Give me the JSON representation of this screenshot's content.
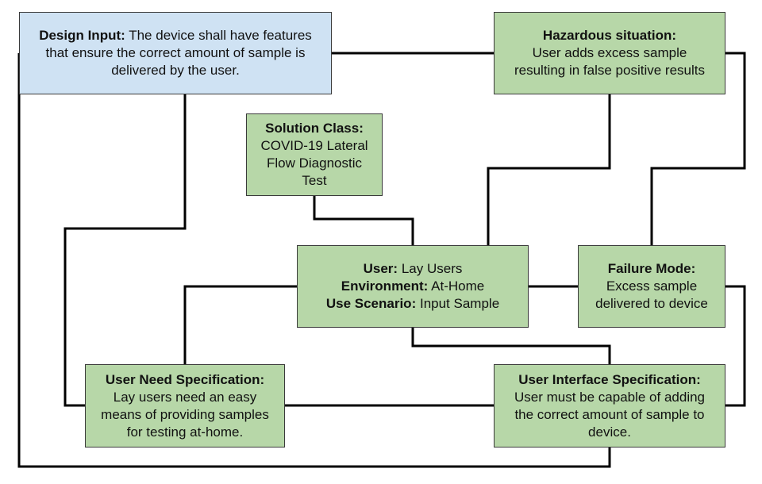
{
  "diagram": {
    "boxes": {
      "design_input": {
        "label": "Design Input:",
        "text": "The device shall have features that ensure the correct amount of sample is delivered by the user."
      },
      "hazard": {
        "label": "Hazardous situation:",
        "line1": "User adds excess sample",
        "line2": "resulting in false positive results"
      },
      "solution": {
        "label": "Solution Class:",
        "line1": "COVID-19 Lateral",
        "line2": "Flow Diagnostic",
        "line3": "Test"
      },
      "user_env": {
        "user_label": "User:",
        "user_value": "Lay Users",
        "env_label": "Environment:",
        "env_value": "At-Home",
        "scenario_label": "Use Scenario:",
        "scenario_value": "Input Sample"
      },
      "failure": {
        "label": "Failure Mode:",
        "line1": "Excess sample",
        "line2": "delivered to device"
      },
      "user_need": {
        "label": "User Need Specification:",
        "line1": "Lay users need an easy",
        "line2": "means of providing samples",
        "line3": "for testing at-home."
      },
      "ui_spec": {
        "label": "User Interface Specification:",
        "line1": "User must be capable of adding",
        "line2": "the correct amount of sample to",
        "line3": "device."
      }
    },
    "colors": {
      "green_fill": "#b7d7a8",
      "blue_fill": "#cfe2f3",
      "connector": "#000000"
    }
  }
}
